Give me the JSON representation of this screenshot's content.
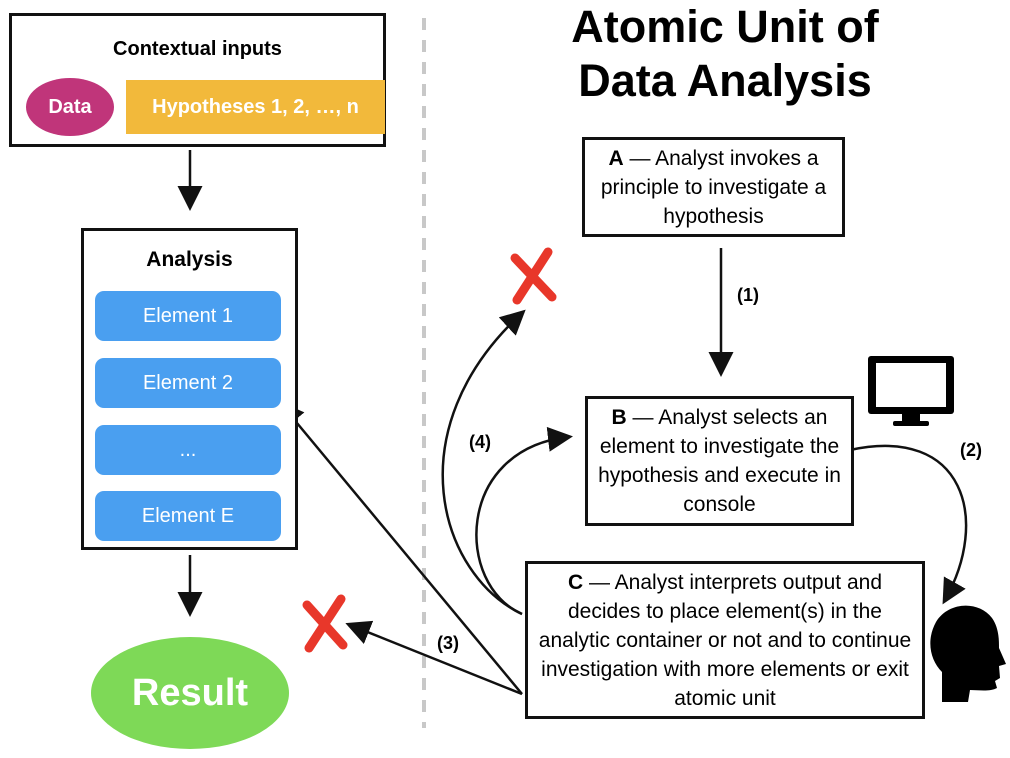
{
  "title_line1": "Atomic Unit of",
  "title_line2": "Data Analysis",
  "contextual_inputs": {
    "title": "Contextual inputs",
    "data_label": "Data",
    "hypotheses_label": "Hypotheses 1, 2, …, n"
  },
  "analysis": {
    "title": "Analysis",
    "elements": [
      "Element 1",
      "Element 2",
      "...",
      "Element E"
    ]
  },
  "result_label": "Result",
  "steps": {
    "a_letter": "A",
    "a_text": " — Analyst invokes a principle to investigate a hypothesis",
    "b_letter": "B",
    "b_text": " — Analyst selects an element to investigate the hypothesis and execute in console",
    "c_letter": "C",
    "c_text": " — Analyst interprets output and decides to place element(s) in the analytic container or not and to continue investigation with more elements or exit atomic unit"
  },
  "arrow_labels": {
    "one": "(1)",
    "two": "(2)",
    "three": "(3)",
    "four": "(4)"
  },
  "icons": {
    "computer": "monitor-icon",
    "person": "head-silhouette-icon",
    "reject": "red-x-icon"
  },
  "colors": {
    "data": "#c0357a",
    "hypotheses": "#f2b93b",
    "element": "#4a9ff0",
    "result": "#7ed957",
    "reject_x": "#e8372a"
  }
}
